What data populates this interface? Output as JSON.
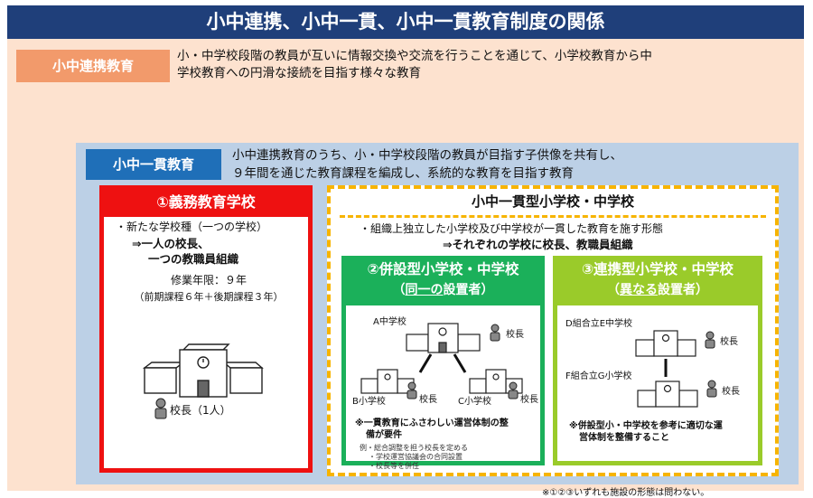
{
  "title": "小中連携、小中一貫、小中一貫教育制度の関係",
  "renkei": {
    "label": "小中連携教育",
    "desc_line1": "小・中学校段階の教員が互いに情報交換や交流を行うことを通じて、小学校教育から中",
    "desc_line2": "学校教育への円滑な接続を目指す様々な教育"
  },
  "ikkan": {
    "label": "小中一貫教育",
    "desc_line1": "小中連携教育のうち、小・中学校段階の教員が目指す子供像を共有し、",
    "desc_line2": "９年間を通じた教育課程を編成し、系統的な教育を目指す教育"
  },
  "gimu": {
    "title": "①義務教育学校",
    "line1": "・新たな学校種（一つの学校）",
    "line2": "⇒一人の校長、",
    "line3": "一つの教職員組織",
    "line4": "修業年限：９年",
    "line5": "（前期課程６年＋後期課程３年）",
    "principal": "校長（1人）"
  },
  "gata": {
    "title": "小中一貫型小学校・中学校",
    "line1": "・組織上独立した小学校及び中学校が一貫した教育を施す形態",
    "line2": "⇒それぞれの学校に校長、教職員組織"
  },
  "heisetsu": {
    "title": "②併設型小学校・中学校",
    "sub_prefix": "（",
    "sub_em": "同一の",
    "sub_suffix": "設置者）",
    "a_label": "A中学校",
    "b_label": "B小学校",
    "c_label": "C小学校",
    "principal": "校長",
    "note1": "※一貫教育にふさわしい運営体制の整",
    "note2": "備が要件",
    "ex1": "例・総合調整を担う校長を定める",
    "ex2": "・学校運営協議会の合同設置",
    "ex3": "・校長等を併任"
  },
  "renkeigata": {
    "title": "③連携型小学校・中学校",
    "sub_prefix": "（",
    "sub_em": "異なる",
    "sub_suffix": "設置者）",
    "d_label": "D組合立E中学校",
    "f_label": "F組合立G小学校",
    "principal": "校長",
    "note1": "※併設型小・中学校を参考に適切な運",
    "note2": "営体制を整備すること"
  },
  "footnote": "※①②③いずれも施設の形態は問わない。",
  "colors": {
    "title_bg": "#1f3f7a",
    "renkei_bg": "#fde2cf",
    "renkei_label": "#f29a6b",
    "ikkan_bg": "#bcd0e6",
    "ikkan_label": "#1f6fb8",
    "gimu": "#ee1111",
    "gata_border": "#f7b400",
    "heisetsu": "#1bb05a",
    "renkeigata": "#9acb2a"
  }
}
